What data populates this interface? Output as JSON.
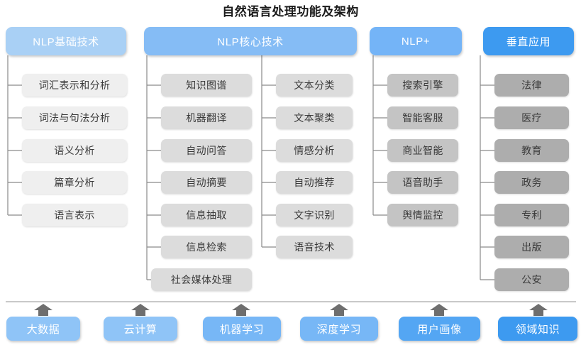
{
  "title": "自然语言处理功能及架构",
  "colors": {
    "header_1": "#a9d0f5",
    "header_2": "#85bcf5",
    "header_3": "#74b4f7",
    "header_4": "#3d9af0",
    "leaf_1": "#efefef",
    "leaf_2": "#dcdcdc",
    "leaf_3": "#c4c4c4",
    "leaf_4": "#adadad",
    "connector": "#8a8a8a",
    "divider": "#c9c9c9",
    "arrow": "#6e6e6e",
    "base_pill_light": "#8fc4f7",
    "base_pill_dark": "#3d9af0",
    "title_text": "#1a1a1a"
  },
  "columns": [
    {
      "header": "NLP基础技术",
      "items": [
        "词汇表示和分析",
        "词法与句法分析",
        "语义分析",
        "篇章分析",
        "语言表示"
      ]
    },
    {
      "header": "NLP核心技术",
      "items_left": [
        "知识图谱",
        "机器翻译",
        "自动问答",
        "自动摘要",
        "信息抽取",
        "信息检索",
        "社会媒体处理"
      ],
      "items_right": [
        "文本分类",
        "文本聚类",
        "情感分析",
        "自动推荐",
        "文字识别",
        "语音技术"
      ]
    },
    {
      "header": "NLP+",
      "items": [
        "搜索引擎",
        "智能客服",
        "商业智能",
        "语音助手",
        "舆情监控"
      ]
    },
    {
      "header": "垂直应用",
      "items": [
        "法律",
        "医疗",
        "教育",
        "政务",
        "专利",
        "出版",
        "公安"
      ]
    }
  ],
  "foundation": [
    "大数据",
    "云计算",
    "机器学习",
    "深度学习",
    "用户画像",
    "领域知识"
  ]
}
